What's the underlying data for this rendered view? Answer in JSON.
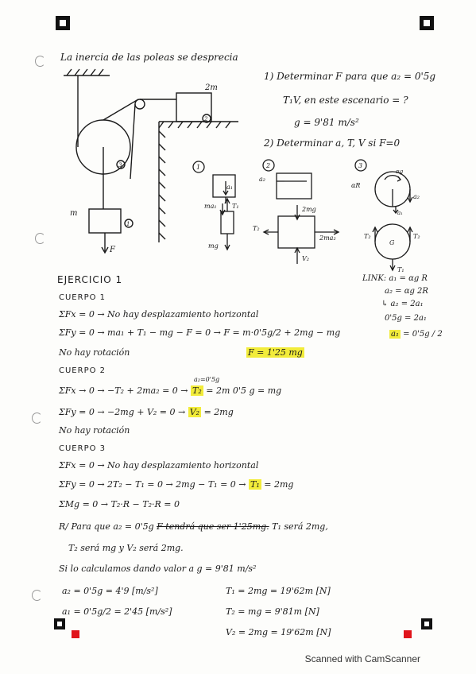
{
  "header": "La inercia de las poleas se desprecia",
  "task1": {
    "line1": "1) Determinar F para que a₂ = 0'5g",
    "line2": "T₁V, en este escenario = ?",
    "line3": "g = 9'81 m/s²"
  },
  "task2": "2) Determinar a, T, V si F=0",
  "diagram": {
    "label_2m": "2m",
    "label_m": "m",
    "label_F": "F",
    "n1": "1",
    "n2": "2",
    "n3": "3",
    "fbd1": {
      "a1": "a₁",
      "ma1": "ma₁",
      "T1": "T₁",
      "mg": "mg"
    },
    "fbd2": {
      "a2": "a₂",
      "mg2": "2mg",
      "T2": "T₂",
      "ma2": "2ma₂",
      "V2": "V₂"
    },
    "fbd3": {
      "alpha": "αg",
      "aR": "αR",
      "a2": "a₂",
      "a1": "a₁",
      "T2a": "T₂",
      "T2b": "T₂",
      "T1": "T₁",
      "G": "G"
    }
  },
  "link": {
    "l1": "LINK: a₁ = αg R",
    "l2": "a₂ = αg 2R",
    "l3": "↳ a₂ = 2a₁",
    "l4": "0'5g = 2a₁",
    "l5_hl": "a₁",
    "l5_rest": "= 0'5g / 2"
  },
  "exercise": {
    "title": "EJERCICIO 1",
    "c1": "CUERPO 1",
    "c1_l1": "ΣFx = 0 → No hay desplazamiento horizontal",
    "c1_l2": "ΣFy = 0 → ma₁ + T₁ − mg − F = 0 → F = m·0'5g/2 + 2mg − mg",
    "c1_l3": "No hay rotación",
    "c1_res": "F = 1'25 mg",
    "c2": "CUERPO 2",
    "c2_l1a": "ΣFx → 0 → −T₂ + 2ma₂ = 0 →",
    "c2_l1sup": "a₂=0'5g",
    "c2_l1hl": "T₂",
    "c2_l1b": "= 2m 0'5 g = mg",
    "c2_l2a": "ΣFy = 0 → −2mg + V₂ = 0 →",
    "c2_l2hl": "V₂",
    "c2_l2b": "= 2mg",
    "c2_l3": "No hay rotación",
    "c3": "CUERPO 3",
    "c3_l1": "ΣFx = 0 → No hay desplazamiento horizontal",
    "c3_l2a": "ΣFy = 0 → 2T₂ − T₁ = 0 → 2mg − T₁ = 0 →",
    "c3_l2hl": "T₁",
    "c3_l2b": "= 2mg",
    "c3_l3": "ΣMg = 0 → T₂·R − T₂·R = 0",
    "r1a": "R/ Para que a₂ = 0'5g",
    "r1strike": "F tendrá que ser 1'25mg.",
    "r1b": "T₁ será 2mg,",
    "r2": "T₂ será mg y V₂ será 2mg.",
    "calc": "Si lo calculamos dando valor a g = 9'81 m/s²",
    "v1": "a₂ = 0'5g = 4'9 [m/s²]",
    "v2": "a₁ = 0'5g/2 = 2'45 [m/s²]",
    "v3": "T₁ = 2mg = 19'62m [N]",
    "v4": "T₂ = mg = 9'81m [N]",
    "v5": "V₂ = 2mg = 19'62m [N]"
  },
  "footer": "Scanned with CamScanner",
  "colors": {
    "highlight": "#f2ec3a",
    "ink": "#1b1b1b",
    "marker_red": "#e0141b"
  }
}
